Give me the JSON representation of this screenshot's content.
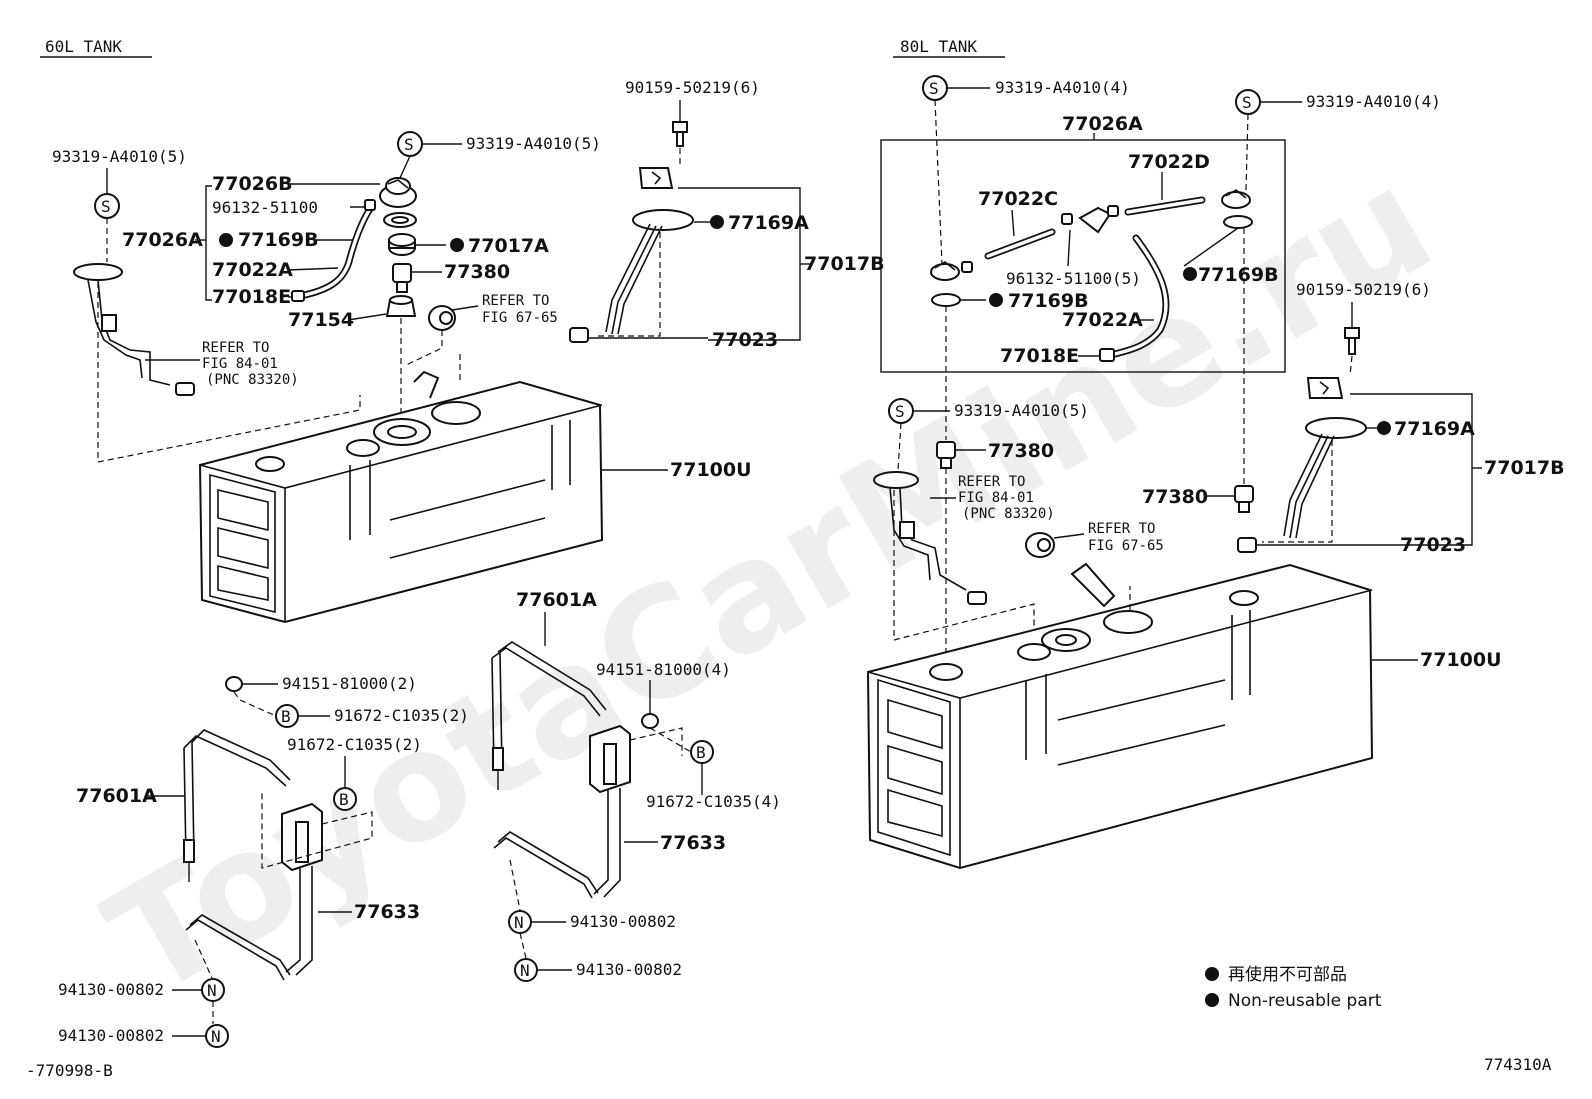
{
  "sections": {
    "left": "60L TANK",
    "right": "80L TANK"
  },
  "watermark": "ToyotaCarMine.ru",
  "symbols": {
    "s": "S",
    "b": "B",
    "n": "N"
  },
  "labels_left": {
    "p93319_l": "93319-A4010(5)",
    "p93319_c": "93319-A4010(5)",
    "p90159": "90159-50219(6)",
    "p77026B": "77026B",
    "p96132": "96132-51100",
    "p77026A": "77026A",
    "p77169B": "77169B",
    "p77022A": "77022A",
    "p77018E": "77018E",
    "p77017A": "77017A",
    "p77380": "77380",
    "p77154": "77154",
    "refer6765_1": "REFER TO",
    "refer6765_2": "FIG 67-65",
    "p77169A": "77169A",
    "p77017B": "77017B",
    "p77023": "77023",
    "refer8401_1": "REFER TO",
    "refer8401_2": "FIG 84-01",
    "refer8401_3": "(PNC 83320)",
    "p77100U": "77100U",
    "p77601A_c": "77601A",
    "p94151_4": "94151-81000(4)",
    "p91672_4": "91672-C1035(4)",
    "p77633_c": "77633",
    "p94130_c1": "94130-00802",
    "p94130_c2": "94130-00802",
    "p94151_2": "94151-81000(2)",
    "p91672_2a": "91672-C1035(2)",
    "p91672_2b": "91672-C1035(2)",
    "p77601A_l": "77601A",
    "p77633_l": "77633",
    "p94130_l1": "94130-00802",
    "p94130_l2": "94130-00802",
    "code": "-770998-B"
  },
  "labels_right": {
    "p93319_1": "93319-A4010(4)",
    "p93319_2": "93319-A4010(4)",
    "p77026A": "77026A",
    "p77022D": "77022D",
    "p77022C": "77022C",
    "p96132": "96132-51100(5)",
    "p77169B_1": "77169B",
    "p77169B_2": "77169B",
    "p77022A": "77022A",
    "p77018E": "77018E",
    "p90159": "90159-50219(6)",
    "p93319_3": "93319-A4010(5)",
    "p77380_1": "77380",
    "refer8401_1": "REFER TO",
    "refer8401_2": "FIG 84-01",
    "refer8401_3": "(PNC 83320)",
    "p77380_2": "77380",
    "refer6765_1": "REFER TO",
    "refer6765_2": "FIG 67-65",
    "p77169A": "77169A",
    "p77017B": "77017B",
    "p77023": "77023",
    "p77100U": "77100U",
    "code": "774310A"
  },
  "legend": {
    "jp": "再使用不可部品",
    "en": "Non-reusable part"
  }
}
